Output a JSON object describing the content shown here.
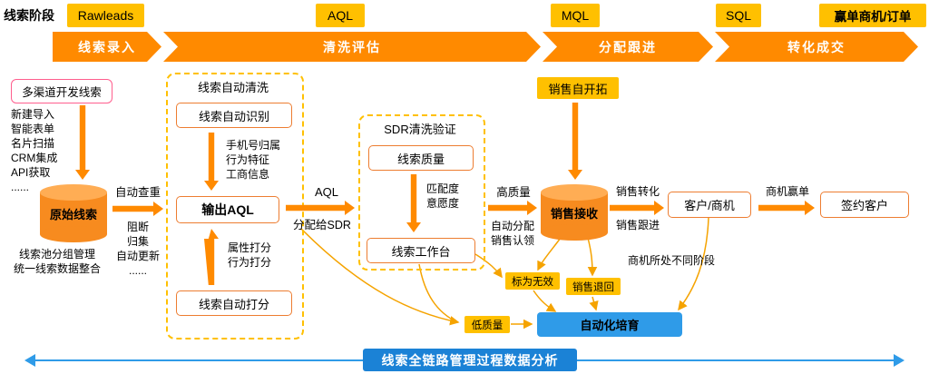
{
  "colors": {
    "yellow": "#FFC000",
    "orange": "#FF8A00",
    "line_orange": "#F5A300",
    "blue": "#2F9BE8",
    "footer_blue": "#1B82D6",
    "pink": "#FF5E8E",
    "box_border": "#ED7D31"
  },
  "stages_row": {
    "label": "线索阶段",
    "chips": [
      "Rawleads",
      "AQL",
      "MQL",
      "SQL",
      "赢单商机/订单"
    ]
  },
  "banner": {
    "stages": [
      "线索录入",
      "清洗评估",
      "分配跟进",
      "转化成交"
    ]
  },
  "capture": {
    "multi_channel": "多渠道开发线索",
    "channels": [
      "新建导入",
      "智能表单",
      "名片扫描",
      "CRM集成",
      "API获取",
      "......"
    ],
    "raw_leads": "原始线索",
    "pool_notes": [
      "线索池分组管理",
      "统一线索数据整合"
    ],
    "dedup": "自动查重",
    "dedup_actions": [
      "阻断",
      "归集",
      "自动更新",
      "......"
    ]
  },
  "auto_clean": {
    "title": "线索自动清洗",
    "identify": "线索自动识别",
    "identify_factors": [
      "手机号归属",
      "行为特征",
      "工商信息"
    ],
    "output_aql": "输出AQL",
    "score_factors": [
      "属性打分",
      "行为打分"
    ],
    "auto_score": "线索自动打分"
  },
  "aql_assign": {
    "label": "AQL",
    "sub": "分配给SDR"
  },
  "sdr": {
    "title": "SDR清洗验证",
    "quality": "线索质量",
    "factors": [
      "匹配度",
      "意愿度"
    ],
    "workbench": "线索工作台"
  },
  "handoff": {
    "high_quality": "高质量",
    "auto_assign": "自动分配",
    "claim": "销售认领"
  },
  "sales": {
    "self_develop": "销售自开拓",
    "receive": "销售接收",
    "convert": "销售转化",
    "follow": "销售跟进",
    "customer": "客户/商机",
    "win": "商机赢单",
    "signed": "签约客户"
  },
  "recycle": {
    "mark_invalid": "标为无效",
    "sales_return": "销售退回",
    "stage_note": "商机所处不同阶段",
    "low_quality": "低质量",
    "nurture": "自动化培育"
  },
  "footer": {
    "title": "线索全链路管理过程数据分析"
  }
}
